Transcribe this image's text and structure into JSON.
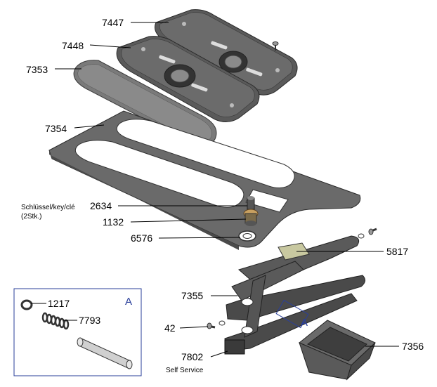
{
  "parts": {
    "p7447": "7447",
    "p7448": "7448",
    "p7353": "7353",
    "p7354": "7354",
    "p2634": "2634",
    "key_note": "Schlüssel/key/clé",
    "key_qty": "(2Stk.)",
    "p1132": "1132",
    "p6576": "6576",
    "p5817": "5817",
    "p7355": "7355",
    "p42": "42",
    "p7802": "7802",
    "self_service": "Self Service",
    "p7356": "7356"
  },
  "detail": {
    "marker": "A",
    "marker_main": "A",
    "p1217": "1217",
    "p7793": "7793"
  },
  "colors": {
    "part_dark": "#4a4a4a",
    "part_mid": "#6e6e6e",
    "part_light": "#9a9a9a",
    "frame_blue": "#2a3f9a",
    "leader": "#000000"
  }
}
